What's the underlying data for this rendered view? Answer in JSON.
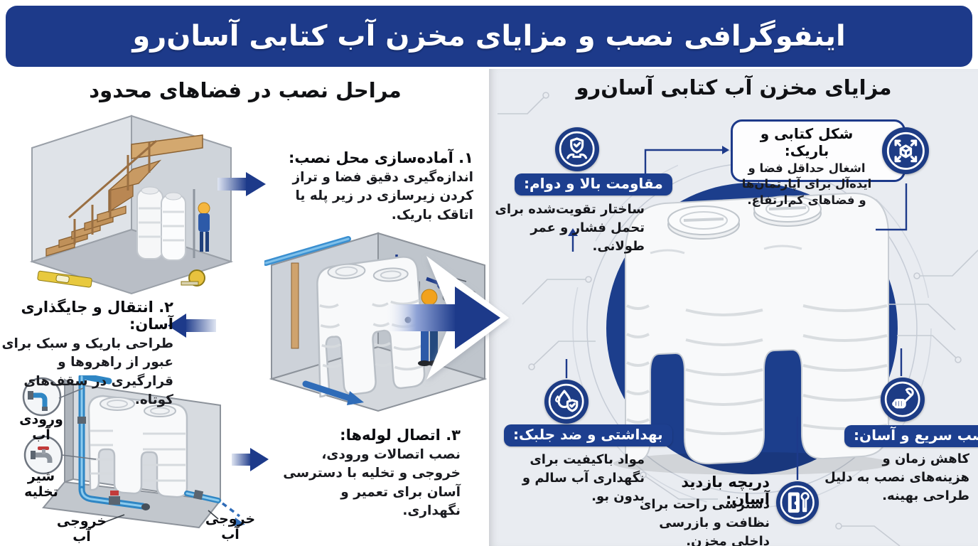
{
  "colors": {
    "navy": "#1d3a8a",
    "pill_blue": "#1d3f8f",
    "right_panel_bg": "#e9ecf1",
    "left_panel_bg": "#ffffff",
    "circuit_gray": "#c6cbd3",
    "text_dark": "#0b0c10"
  },
  "banner": {
    "title": "اینفوگرافی نصب و مزایای مخزن آب کتابی آسان‌رو"
  },
  "left": {
    "title": "مراحل نصب در فضاهای محدود",
    "steps": [
      {
        "title": "۱. آماده‌سازی محل نصب:",
        "body": "اندازه‌گیری دقیق فضا و تراز کردن زیرسازی در زیر پله یا اتاقک باریک."
      },
      {
        "title": "۲. انتقال و جایگذاری آسان:",
        "body": "طراحی باریک و سبک برای عبور از راهروها و قرارگیری در سقف‌های کوتاه."
      },
      {
        "title": "۳. اتصال لوله‌ها:",
        "body": "نصب اتصالات ورودی، خروجی و تخلیه با دسترسی آسان برای تعمیر و نگهداری."
      }
    ],
    "pipe_labels": {
      "inlet": "ورودی آب",
      "drain": "شیر تخلیه",
      "outlet_left": "خروجی آب",
      "outlet_right": "خروجی آب"
    }
  },
  "right": {
    "title": "مزایای مخزن آب کتابی آسان‌رو",
    "benefits": [
      {
        "title": "شکل کتابی و باریک:",
        "body": "اشغال حداقل فضا و ایده‌آل برای آپارتمان‌ها و فضاهای کم‌ارتفاع.",
        "icon": "cube-expand-icon"
      },
      {
        "title": "مقاومت بالا و دوام:",
        "body": "ساختار تقویت‌شده برای تحمل فشار و عمر طولانی.",
        "icon": "shield-strength-icon"
      },
      {
        "title": "بهداشتی و ضد جلبک:",
        "body": "مواد باکیفیت برای نگهداری آب سالم و بدون بو.",
        "icon": "droplet-shield-icon"
      },
      {
        "title": "دریچه بازدید آسان:",
        "body": "دسترسی راحت برای نظافت و بازرسی داخلی مخزن.",
        "icon": "door-wrench-icon"
      },
      {
        "title": "نصب سریع و آسان:",
        "body": "کاهش زمان و هزینه‌های نصب به دلیل طراحی بهینه.",
        "icon": "hand-wrench-icon"
      }
    ]
  }
}
